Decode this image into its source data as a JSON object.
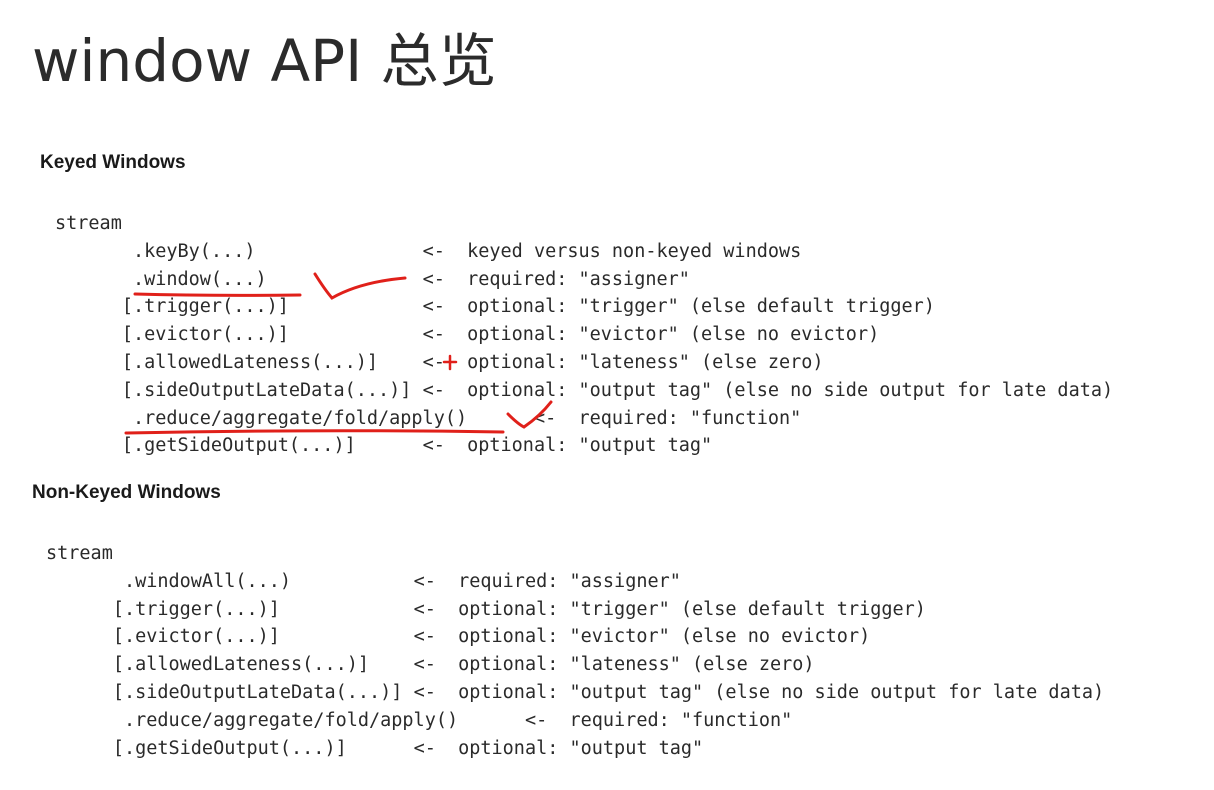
{
  "title": "window API 总览",
  "keyed": {
    "heading": "Keyed Windows",
    "lines": [
      {
        "code": "stream",
        "arrow": "",
        "desc": ""
      },
      {
        "code": "       .keyBy(...)               ",
        "arrow": "<-",
        "desc": "  keyed versus non-keyed windows"
      },
      {
        "code": "       .window(...)              ",
        "arrow": "<-",
        "desc": "  required: \"assigner\""
      },
      {
        "code": "      [.trigger(...)]            ",
        "arrow": "<-",
        "desc": "  optional: \"trigger\" (else default trigger)"
      },
      {
        "code": "      [.evictor(...)]            ",
        "arrow": "<-",
        "desc": "  optional: \"evictor\" (else no evictor)"
      },
      {
        "code": "      [.allowedLateness(...)]    ",
        "arrow": "<-",
        "desc": "  optional: \"lateness\" (else zero)"
      },
      {
        "code": "      [.sideOutputLateData(...)] ",
        "arrow": "<-",
        "desc": "  optional: \"output tag\" (else no side output for late data)"
      },
      {
        "code": "       .reduce/aggregate/fold/apply()      ",
        "arrow": "<-",
        "desc": "  required: \"function\""
      },
      {
        "code": "      [.getSideOutput(...)]      ",
        "arrow": "<-",
        "desc": "  optional: \"output tag\""
      }
    ]
  },
  "nonkeyed": {
    "heading": "Non-Keyed Windows",
    "lines": [
      {
        "code": "stream",
        "arrow": "",
        "desc": ""
      },
      {
        "code": "       .windowAll(...)           ",
        "arrow": "<-",
        "desc": "  required: \"assigner\""
      },
      {
        "code": "      [.trigger(...)]            ",
        "arrow": "<-",
        "desc": "  optional: \"trigger\" (else default trigger)"
      },
      {
        "code": "      [.evictor(...)]            ",
        "arrow": "<-",
        "desc": "  optional: \"evictor\" (else no evictor)"
      },
      {
        "code": "      [.allowedLateness(...)]    ",
        "arrow": "<-",
        "desc": "  optional: \"lateness\" (else zero)"
      },
      {
        "code": "      [.sideOutputLateData(...)] ",
        "arrow": "<-",
        "desc": "  optional: \"output tag\" (else no side output for late data)"
      },
      {
        "code": "       .reduce/aggregate/fold/apply()      ",
        "arrow": "<-",
        "desc": "  required: \"function\""
      },
      {
        "code": "      [.getSideOutput(...)]      ",
        "arrow": "<-",
        "desc": "  optional: \"output tag\""
      }
    ]
  },
  "annotation_color": "#e0201a"
}
